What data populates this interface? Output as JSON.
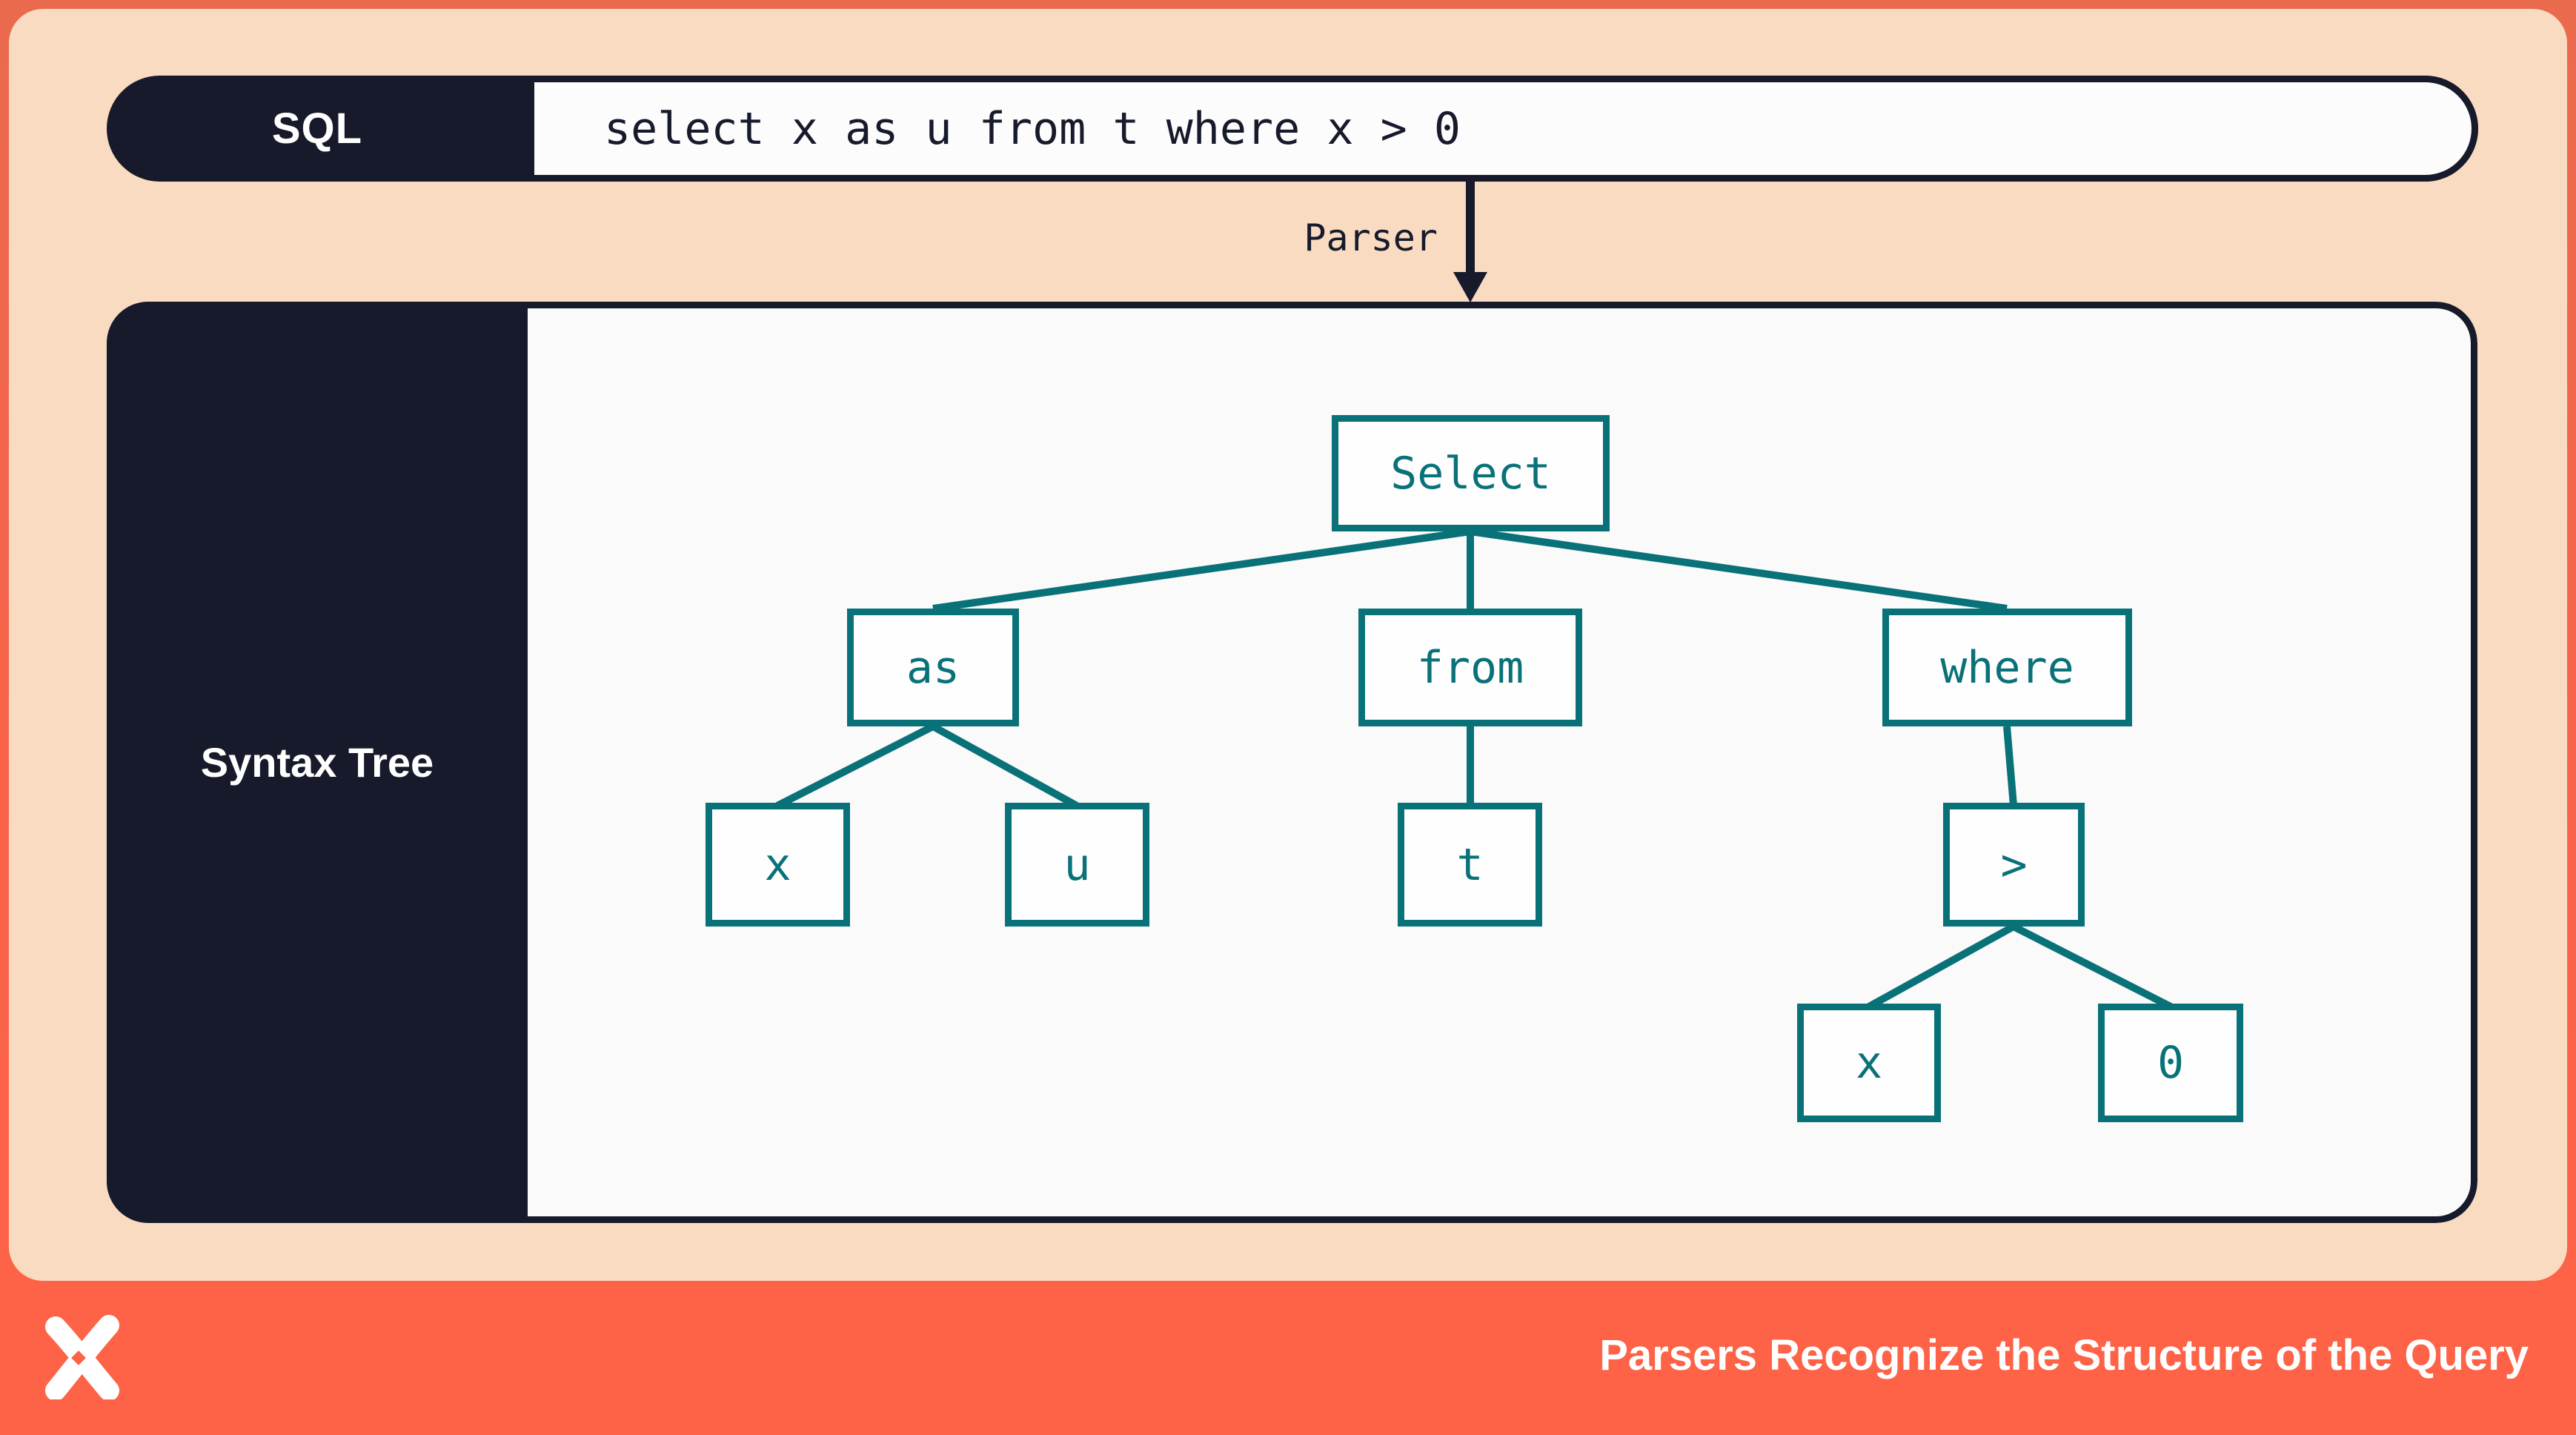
{
  "header": {
    "sql_label": "SQL",
    "sql_query": "select x as u from t where x > 0"
  },
  "parser": {
    "label": "Parser"
  },
  "panel": {
    "label": "Syntax Tree"
  },
  "tree": {
    "nodes": [
      {
        "id": "select",
        "label": "Select"
      },
      {
        "id": "as",
        "label": "as"
      },
      {
        "id": "from",
        "label": "from"
      },
      {
        "id": "where",
        "label": "where"
      },
      {
        "id": "x1",
        "label": "x"
      },
      {
        "id": "u",
        "label": "u"
      },
      {
        "id": "t",
        "label": "t"
      },
      {
        "id": "gt",
        "label": ">"
      },
      {
        "id": "x2",
        "label": "x"
      },
      {
        "id": "zero",
        "label": "0"
      }
    ],
    "edges": [
      [
        "select",
        "as"
      ],
      [
        "select",
        "from"
      ],
      [
        "select",
        "where"
      ],
      [
        "as",
        "x1"
      ],
      [
        "as",
        "u"
      ],
      [
        "from",
        "t"
      ],
      [
        "where",
        "gt"
      ],
      [
        "gt",
        "x2"
      ],
      [
        "gt",
        "zero"
      ]
    ]
  },
  "footer": {
    "title": "Parsers Recognize the Structure of the Query",
    "logo": "x-logo"
  },
  "colors": {
    "accent_orange": "#F9634A",
    "peach": "#F9DBC1",
    "navy": "#161A2B",
    "teal": "#097178",
    "panel_bg": "#FAFAFA"
  }
}
